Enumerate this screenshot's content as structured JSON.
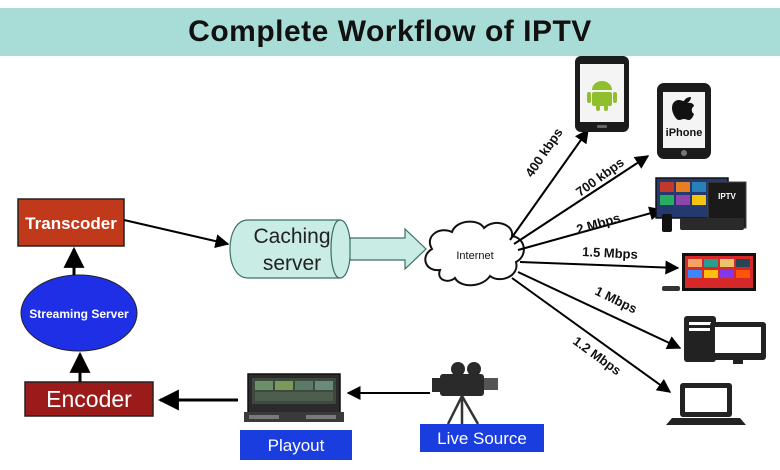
{
  "title": "Complete Workflow of IPTV",
  "nodes": {
    "transcoder": "Transcoder",
    "streaming_server": "Streaming Server",
    "encoder": "Encoder",
    "caching_server_line1": "Caching",
    "caching_server_line2": "server",
    "internet": "Internet",
    "playout": "Playout",
    "live_source": "Live Source"
  },
  "bitrates": [
    "400 kbps",
    "700 kbps",
    "2 Mbps",
    "1.5 Mbps",
    "1 Mbps",
    "1.2 Mbps"
  ],
  "devices": {
    "iphone_label": "iPhone",
    "settop_label": "IPTV"
  },
  "colors": {
    "title_bg": "#a8dcd7",
    "box_red": "#c0391b",
    "box_darkred": "#9b1b1b",
    "ellipse_blue": "#1f2fe6",
    "label_blue": "#1a3de0",
    "cache_fill": "#c9ece4"
  }
}
